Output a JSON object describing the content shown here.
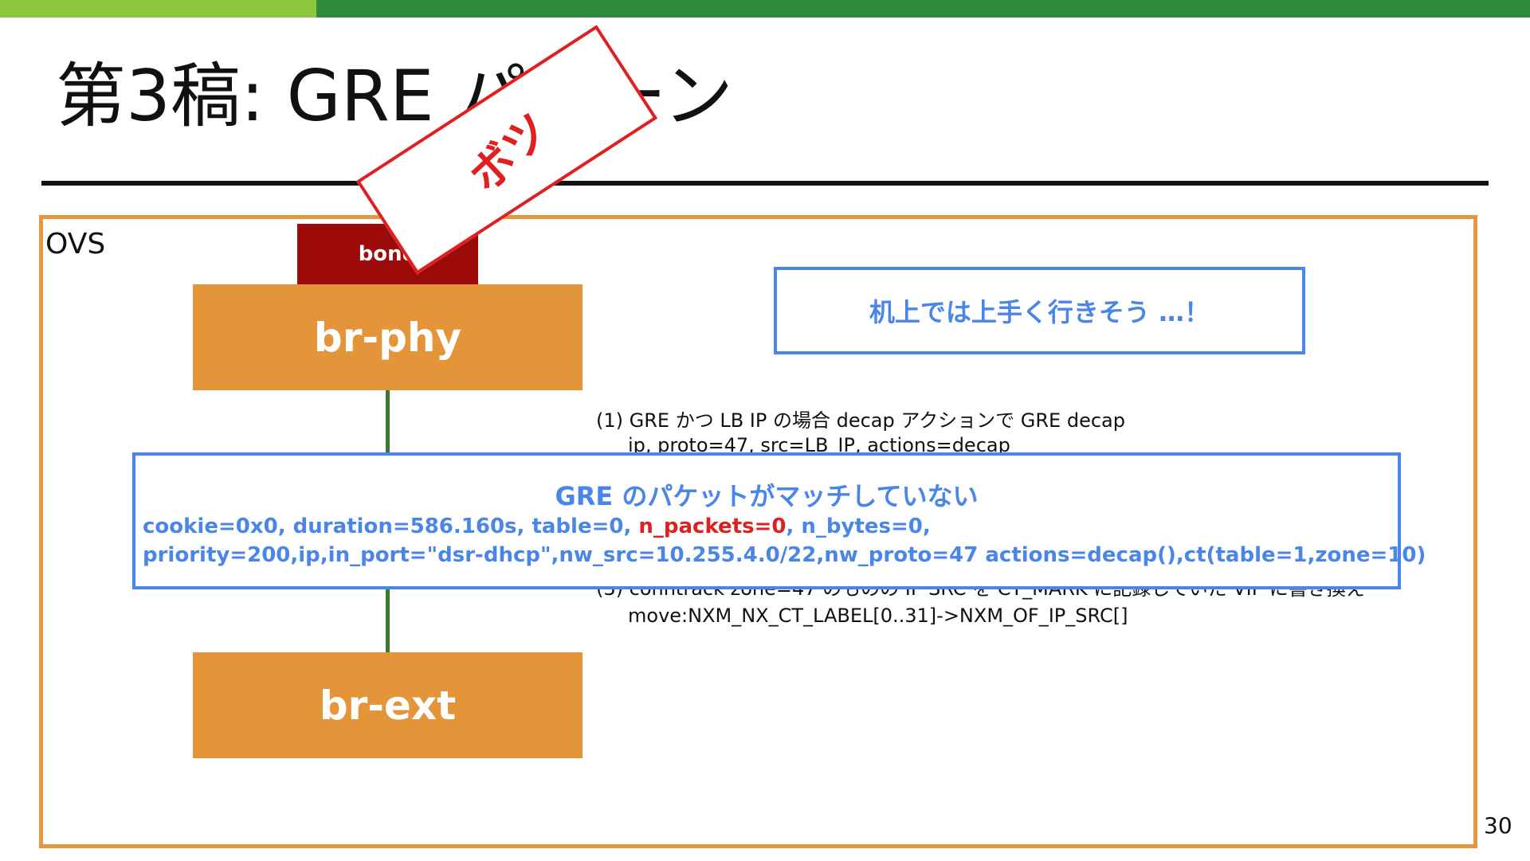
{
  "slide": {
    "title": "第3稿: GRE パターン",
    "page_number": "30",
    "colors": {
      "accent_green_light": "#8cc63f",
      "accent_green_dark": "#2e8b3e",
      "orange": "#e4953a",
      "blue": "#4a86e8",
      "red": "#e02020",
      "dark_red": "#9c0a0a"
    }
  },
  "diagram": {
    "ovs_label": "OVS",
    "bond_label": "bond",
    "br_phy_label": "br-phy",
    "br_ext_label": "br-ext"
  },
  "note": "机上では上手く行きそう …！",
  "steps": {
    "step1": "(1) GRE かつ LB IP の場合 decap アクションで GRE decap",
    "step1_code": "ip, proto=47, src=LB_IP, actions=decap",
    "step3": "(3) conntrack zone=47 のものの IP SRC を CT_MARK に記録していた VIP に書き換え",
    "step3_code": "move:NXM_NX_CT_LABEL[0..31]->NXM_OF_IP_SRC[]"
  },
  "match_box": {
    "title": "GRE のパケットがマッチしていない",
    "line1_a": "cookie=0x0, duration=586.160s, table=0, ",
    "line1_highlight": "n_packets=0",
    "line1_b": ", n_bytes=0,",
    "line2": "priority=200,ip,in_port=\"dsr-dhcp\",nw_src=10.255.4.0/22,nw_proto=47 actions=decap(),ct(table=1,zone=10)"
  },
  "stamp": "ボツ"
}
